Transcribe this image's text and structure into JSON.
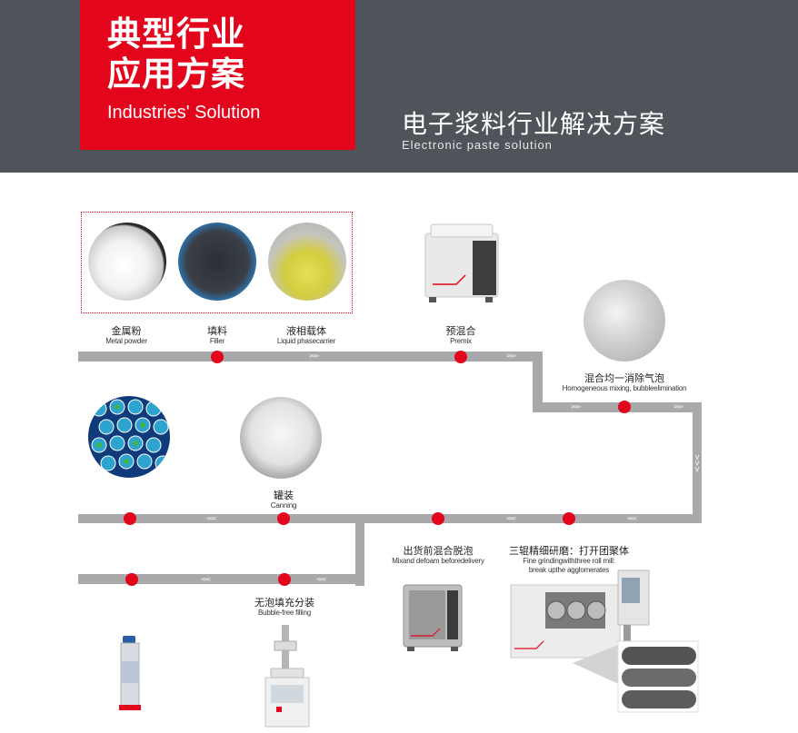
{
  "header": {
    "badge_line1": "典型行业",
    "badge_line2": "应用方案",
    "badge_sub": "Industries' Solution",
    "title": "电子浆料行业解决方案",
    "subtitle": "Electronic  paste  solution"
  },
  "steps": {
    "metal_powder": {
      "zh": "金属粉",
      "en": "Metal powder"
    },
    "filler": {
      "zh": "填料",
      "en": "Filler"
    },
    "liquid": {
      "zh": "液相载体",
      "en": "Liquid phasecarrier"
    },
    "premix": {
      "zh": "预混合",
      "en": "Premix"
    },
    "homogeneous": {
      "zh": "混合均一消除气泡",
      "en": "Homogeneous mixing, bubbleelimination"
    },
    "canning": {
      "zh": "罐装",
      "en": "Canning"
    },
    "deliver": {
      "zh": "出货前混合脱泡",
      "en": "Mixand defoam beforedelivery"
    },
    "mill": {
      "zh": "三辊精细研磨：打开团聚体",
      "en1": "Fine grindingwiththree roll mill:",
      "en2": "break upthe agglomerates"
    },
    "filling": {
      "zh": "无泡填充分装",
      "en": "Bubble-free filling"
    }
  },
  "arrows": {
    "right": ">>>",
    "left": "<<<",
    "down": ">>>"
  },
  "colors": {
    "header_bg": "#4e5459",
    "accent": "#e3051b",
    "line": "#a9a9ab"
  }
}
